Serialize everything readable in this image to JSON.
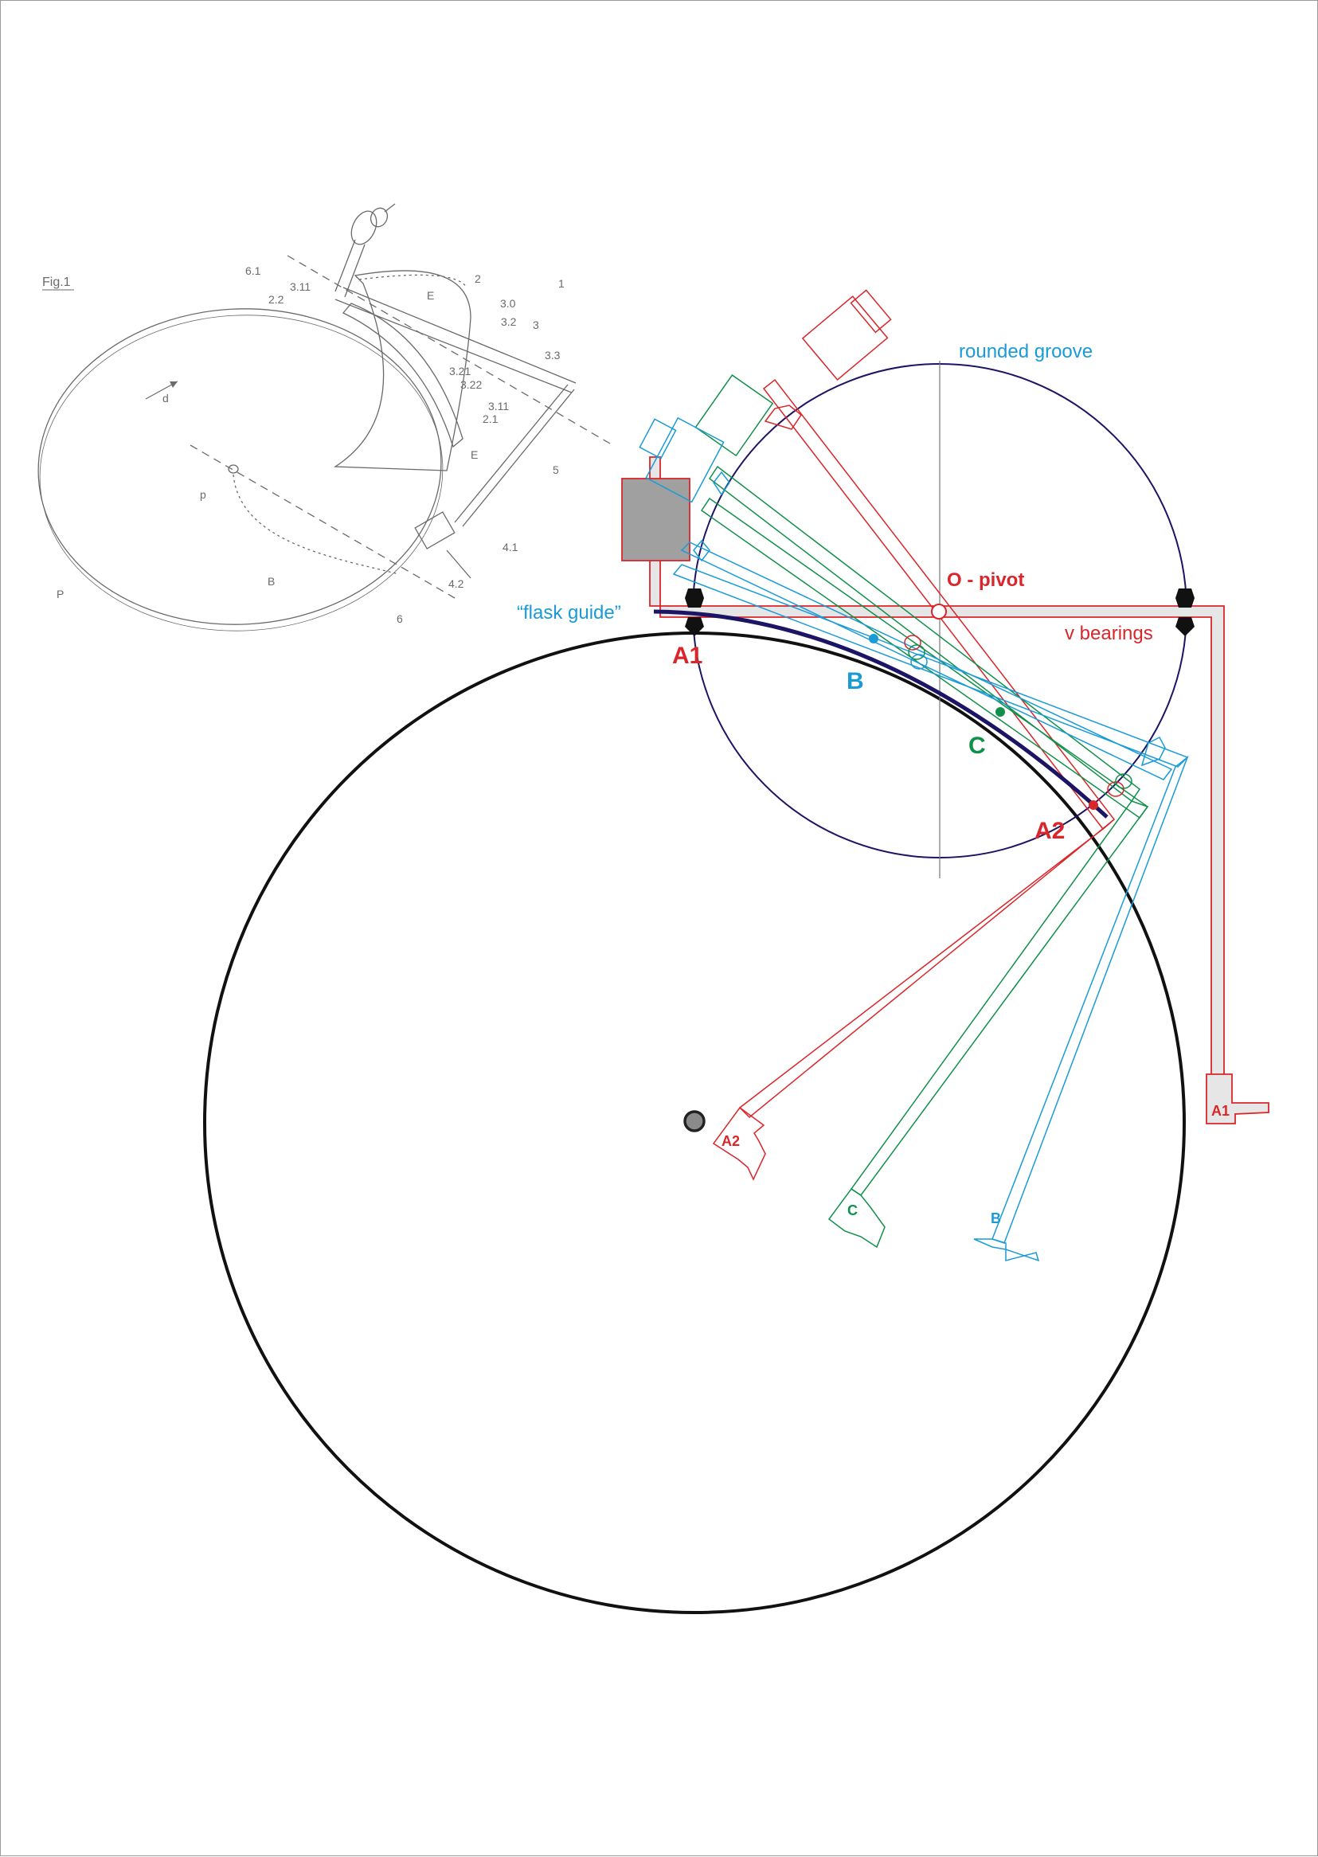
{
  "sketch": {
    "fig_label": "Fig.1",
    "refs": {
      "r1": "1",
      "r2": "2",
      "r3": "3",
      "r30": "3.0",
      "r32": "3.2",
      "r33": "3.3",
      "r321": "3.21",
      "r322": "3.22",
      "r311a": "3.11",
      "r311b": "3.11",
      "r21": "2.1",
      "r22": "2.2",
      "rE1": "E",
      "rE2": "E",
      "r61": "6.1",
      "r5": "5",
      "r41": "4.1",
      "r42": "4.2",
      "r6": "6",
      "rd": "d",
      "rp": "p",
      "rB": "B",
      "rP": "P"
    }
  },
  "labels": {
    "rounded_groove": "rounded groove",
    "pivot": "O - pivot",
    "flask_guide": "“flask guide”",
    "v_bearings": "v bearings",
    "A1": "A1",
    "B": "B",
    "C": "C",
    "A2": "A2"
  },
  "headshells": {
    "A2": "A2",
    "C": "C",
    "B": "B",
    "A1": "A1"
  },
  "colors": {
    "red": "#d9262b",
    "green": "#10904a",
    "blue": "#1a9bd7",
    "navy": "#1c1464",
    "black": "#111111",
    "grey_fill": "#a0a0a0",
    "bar_fill": "#e6e6e6"
  }
}
